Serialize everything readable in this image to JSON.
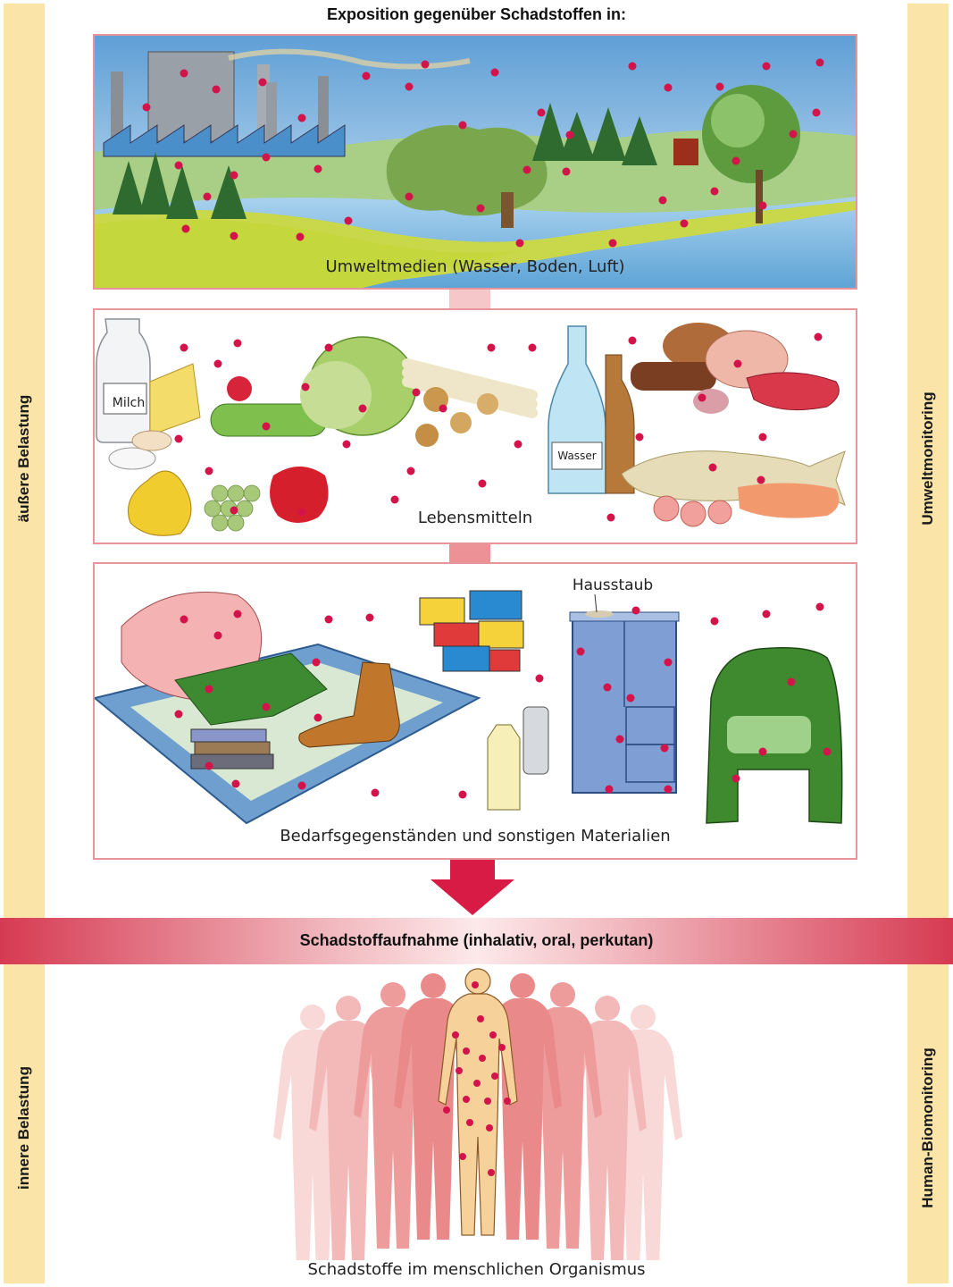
{
  "header": {
    "title": "Exposition gegenüber Schadstoffen in:"
  },
  "sidebars": {
    "left_top": "äußere Belastung",
    "left_bottom": "innere Belastung",
    "right_top": "Umweltmonitoring",
    "right_bottom": "Human-Biomonitoring"
  },
  "panels": {
    "environment": {
      "caption": "Umweltmedien (Wasser, Boden, Luft)"
    },
    "food": {
      "caption": "Lebensmitteln",
      "milk_label": "Milch",
      "water_label": "Wasser"
    },
    "materials": {
      "caption": "Bedarfsgegenständen und sonstigen Materialien",
      "dust_label": "Hausstaub"
    }
  },
  "uptake": {
    "label": "Schadstoffaufnahme (inhalativ, oral, perkutan)"
  },
  "organism": {
    "caption": "Schadstoffe im menschlichen Organismus"
  },
  "colors": {
    "sidebar": "#fbe4a8",
    "panel_border": "#e8949a",
    "pollutant_dot": "#d2144a",
    "arrow": "#d81b45"
  }
}
